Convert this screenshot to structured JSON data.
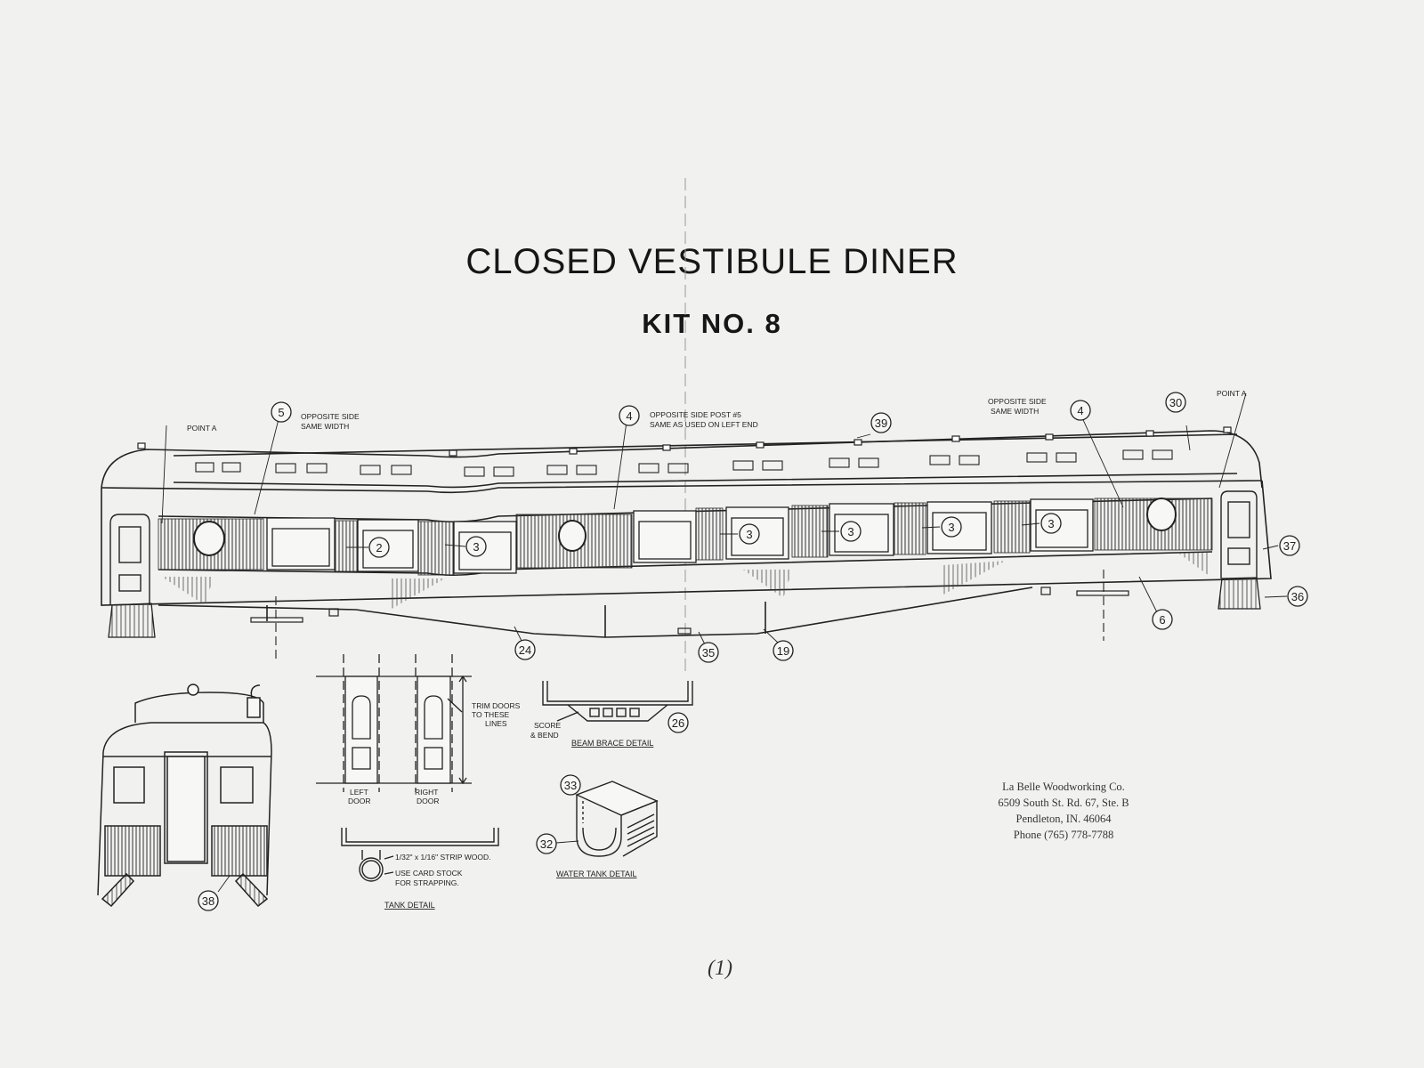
{
  "title": "CLOSED VESTIBULE DINER",
  "kit_no": "KIT NO. 8",
  "labels": {
    "point_a_left": "POINT A",
    "point_a_right": "POINT A",
    "note5_line1": "OPPOSITE SIDE",
    "note5_line2": "SAME WIDTH",
    "note4c_line1": "OPPOSITE SIDE POST #5",
    "note4c_line2": "SAME AS USED ON LEFT END",
    "note4r_line1": "OPPOSITE SIDE",
    "note4r_line2": "SAME WIDTH",
    "trim_1": "TRIM DOORS",
    "trim_2": "TO THESE",
    "trim_3": "LINES",
    "left_door_1": "LEFT",
    "left_door_2": "DOOR",
    "right_door_1": "RIGHT",
    "right_door_2": "DOOR",
    "score_1": "SCORE",
    "score_2": "& BEND",
    "beam_brace": "BEAM BRACE DETAIL",
    "strip_wood": "1/32\" x 1/16\" STRIP WOOD.",
    "card_stock_1": "USE CARD STOCK",
    "card_stock_2": "FOR STRAPPING.",
    "tank_detail": "TANK DETAIL",
    "water_tank": "WATER TANK DETAIL"
  },
  "callouts": {
    "c5": "5",
    "c4a": "4",
    "c4b": "4",
    "c39": "39",
    "c30": "30",
    "c2": "2",
    "c3a": "3",
    "c3b": "3",
    "c3c": "3",
    "c3d": "3",
    "c3e": "3",
    "c37": "37",
    "c36": "36",
    "c6": "6",
    "c24": "24",
    "c35": "35",
    "c19": "19",
    "c26": "26",
    "c33": "33",
    "c32": "32",
    "c38": "38"
  },
  "company": {
    "name": "La Belle Woodworking Co.",
    "address1": "6509 South St. Rd. 67, Ste. B",
    "address2": "Pendleton, IN. 46064",
    "phone": "Phone (765) 778-7788"
  },
  "page_number": "(1)"
}
